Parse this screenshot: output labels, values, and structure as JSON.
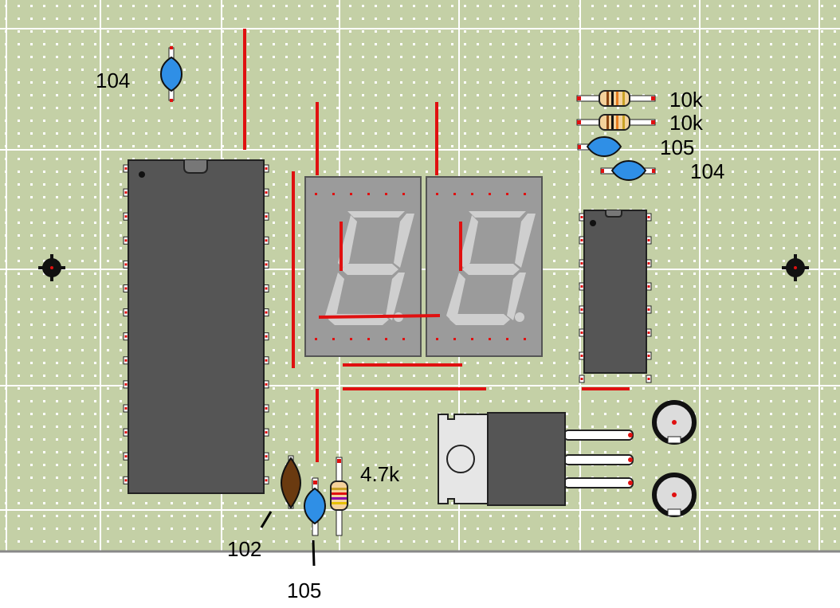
{
  "colors": {
    "board": "#c4d0a6",
    "grid_line": "#ffffff",
    "trace": "#e01010",
    "chip": "#555555",
    "display": "#9b9b9b",
    "capacitor_ceramic": "#2f8fe6",
    "capacitor_film": "#6a3a10",
    "regulator_tab": "#e0e0e0",
    "regulator_body": "#555555"
  },
  "labels": {
    "cap_top_left": "104",
    "res_1": "10k",
    "res_2": "10k",
    "cap_right_1": "105",
    "cap_right_2": "104",
    "res_bottom": "4.7k",
    "cap_bottom_film": "102",
    "cap_bottom_ceramic": "105"
  },
  "components": {
    "mcu_chip_icon": "dip-28-ic-icon",
    "driver_chip_icon": "dip-16-ic-icon",
    "display_icon": "seven-segment-display-icon",
    "regulator_icon": "to220-regulator-icon",
    "mount_hole_icon": "mounting-hole-icon",
    "screw_terminal_icon": "round-terminal-icon"
  }
}
